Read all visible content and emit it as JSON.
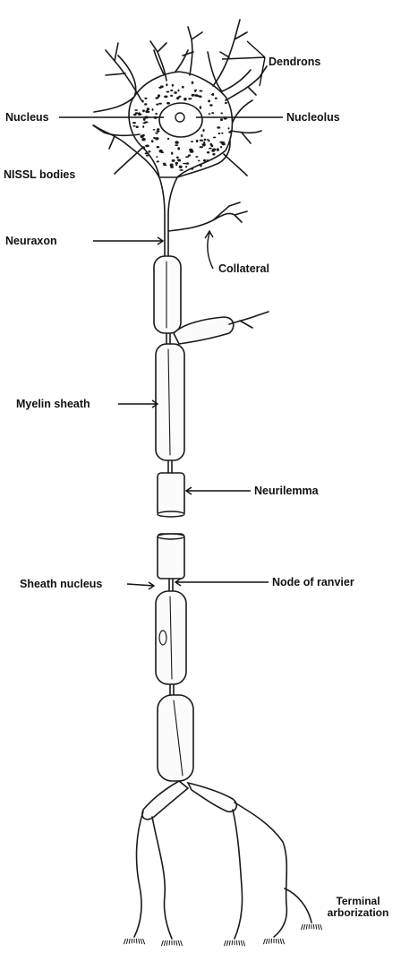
{
  "labels": {
    "dendrons": "Dendrons",
    "nucleus": "Nucleus",
    "nucleolus": "Nucleolus",
    "nissl": "NISSL bodies",
    "neuraxon": "Neuraxon",
    "collateral": "Collateral",
    "myelin": "Myelin sheath",
    "neurilemma": "Neurilemma",
    "node": "Node of ranvier",
    "sheath_nucleus": "Sheath nucleus",
    "terminal_1": "Terminal",
    "terminal_2": "arborization"
  }
}
